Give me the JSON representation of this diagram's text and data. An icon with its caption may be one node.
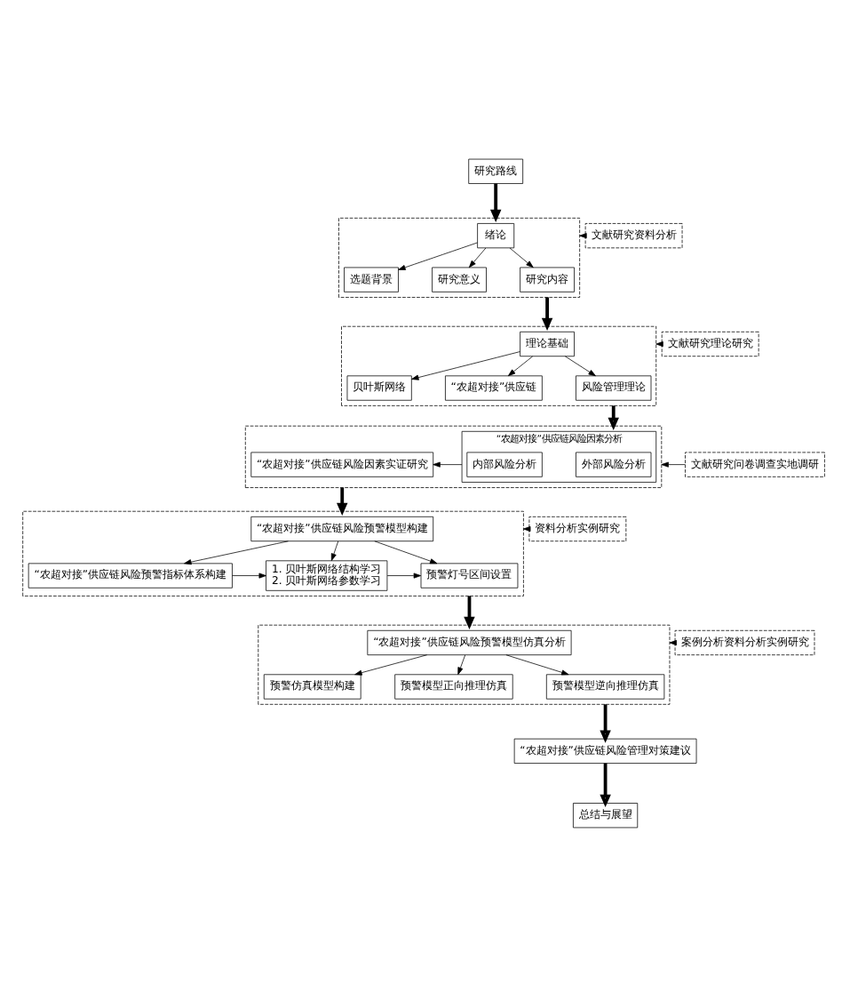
{
  "diagram": {
    "nodes": [
      {
        "text": [
          "研究路线"
        ]
      },
      {
        "text": [
          "文献研究资料分析"
        ]
      },
      {
        "text": [],
        "shape": "box"
      },
      {
        "text": [
          "绪论"
        ],
        "in": 2
      },
      {
        "text": [
          "选题背景"
        ],
        "in": 2
      },
      {
        "text": [
          "研究意义"
        ],
        "in": 2
      },
      {
        "text": [
          "研究内容"
        ],
        "in": 2
      },
      {
        "text": [
          "文献研究理论研究"
        ]
      },
      {
        "text": [],
        "shape": "box"
      },
      {
        "text": [
          "理论基础"
        ],
        "in": 8
      },
      {
        "text": [
          "贝叶斯网络"
        ],
        "in": 8
      },
      {
        "text": [
          "“农超对接”供应链"
        ],
        "in": 8
      },
      {
        "text": [
          "风险管理理论"
        ],
        "in": 8
      },
      {
        "text": [
          "文献研究问卷调查实地调研"
        ]
      },
      {
        "text": [],
        "shape": "box"
      },
      {
        "text": [
          "“农超对接”供应链风险因素分析"
        ],
        "in": 14
      },
      {
        "text": [
          "外部风险分析"
        ],
        "in": 15
      },
      {
        "text": [
          "内部风险分析"
        ],
        "in": 15
      },
      {
        "text": [
          "“农超对接”供应链风险因素实证研究"
        ],
        "in": 14
      },
      {
        "text": [
          "资料分析实例研究"
        ]
      },
      {
        "text": [],
        "shape": "box"
      },
      {
        "text": [
          "“农超对接”供应链风险预警模型构建"
        ],
        "in": 20
      },
      {
        "text": [
          "“农超对接”供应链风险预警指标体系构建"
        ],
        "in": 20
      },
      {
        "text": [
          "1. 贝叶斯网络结构学习",
          "2. 贝叶斯网络参数学习"
        ],
        "in": 20
      },
      {
        "text": [
          "预警灯号区间设置"
        ],
        "in": 20
      },
      {
        "text": [
          "案例分析资料分析实例研究"
        ]
      },
      {
        "text": [],
        "shape": "box"
      },
      {
        "text": [
          "“农超对接”供应链风险预警模型仿真分析"
        ],
        "in": 26
      },
      {
        "text": [
          "预警仿真模型构建"
        ],
        "in": 26
      },
      {
        "text": [
          "预警模型正向推理仿真"
        ],
        "in": 26
      },
      {
        "text": [
          "预警模型逆向推理仿真"
        ],
        "in": 26
      },
      {
        "text": [
          "“农超对接”供应链风险管理对策建议"
        ]
      },
      {
        "text": [
          "总结与展望"
        ]
      }
    ],
    "edges": [
      {
        "from": 0,
        "to": 2,
        "arrow": "to",
        "style": "thick"
      },
      {
        "from": 1,
        "to": 2,
        "arrow": "to"
      },
      {
        "from": 3,
        "to": 4,
        "arrow": "to"
      },
      {
        "from": 3,
        "to": 5,
        "arrow": "to"
      },
      {
        "from": 3,
        "to": 6,
        "arrow": "to"
      },
      {
        "from": 2,
        "to": 8,
        "arrow": "to",
        "style": "thick"
      },
      {
        "from": 7,
        "to": 8,
        "arrow": "to"
      },
      {
        "from": 9,
        "to": 10,
        "arrow": "to"
      },
      {
        "from": 9,
        "to": 11,
        "arrow": "to"
      },
      {
        "from": 9,
        "to": 12,
        "arrow": "to"
      },
      {
        "from": 8,
        "to": 14,
        "arrow": "to",
        "style": "thick"
      },
      {
        "from": 13,
        "to": 14,
        "arrow": "to"
      },
      {
        "from": 15,
        "to": 18,
        "arrow": "to"
      },
      {
        "from": 14,
        "to": 20,
        "arrow": "to",
        "style": "thick"
      },
      {
        "from": 19,
        "to": 20,
        "arrow": "to"
      },
      {
        "from": 21,
        "to": 22,
        "arrow": "to"
      },
      {
        "from": 21,
        "to": 23,
        "arrow": "to"
      },
      {
        "from": 21,
        "to": 24,
        "arrow": "to"
      },
      {
        "from": 22,
        "to": 23,
        "arrow": "to"
      },
      {
        "from": 23,
        "to": 24,
        "arrow": "to"
      },
      {
        "from": 20,
        "to": 26,
        "arrow": "to",
        "style": "thick"
      },
      {
        "from": 25,
        "to": 26,
        "arrow": "to"
      },
      {
        "from": 27,
        "to": 28,
        "arrow": "to"
      },
      {
        "from": 27,
        "to": 29,
        "arrow": "to"
      },
      {
        "from": 27,
        "to": 30,
        "arrow": "to"
      },
      {
        "from": 26,
        "to": 31,
        "arrow": "to",
        "style": "thick"
      },
      {
        "from": 31,
        "to": 32,
        "arrow": "to",
        "style": "thick"
      }
    ]
  }
}
